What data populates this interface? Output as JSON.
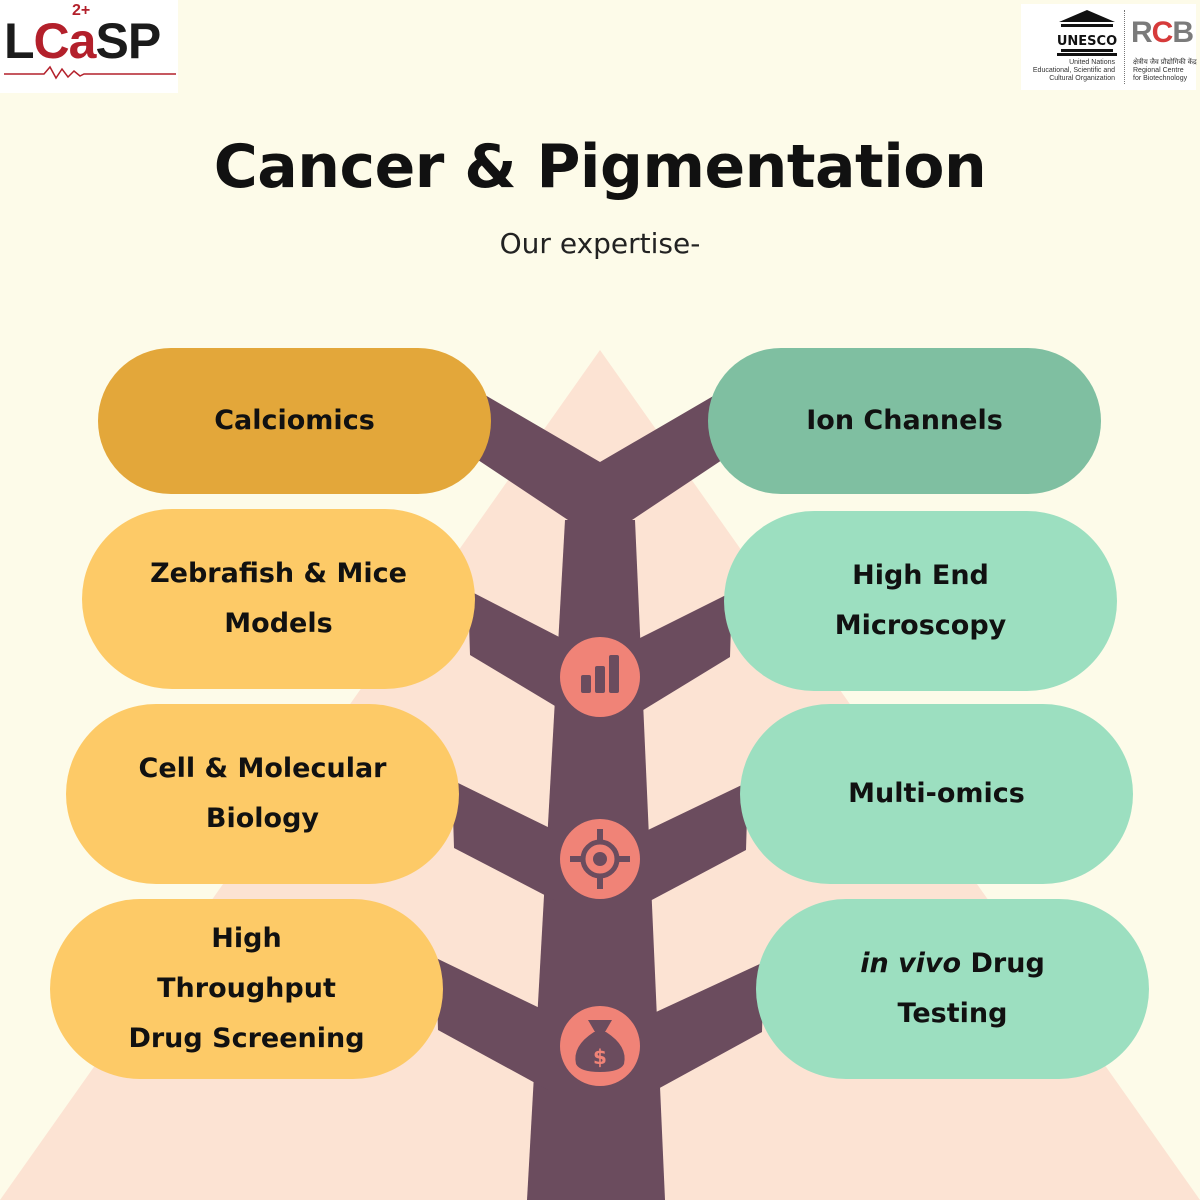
{
  "colors": {
    "background": "#fdfbe9",
    "pyramid": "#fce3d3",
    "trunk": "#6b4c5e",
    "left_pill_top": "#e3a73a",
    "left_pill": "#fdca67",
    "right_pill_top": "#7fbfa1",
    "right_pill": "#9cdfc0",
    "icon_circle": "#f08377",
    "icon_glyph": "#6b4c5e"
  },
  "logos": {
    "lab": {
      "prefix": "L",
      "ca": "Ca",
      "superscript": "2+",
      "suffix": "SP"
    },
    "unesco": {
      "mark": "UNESCO",
      "lines": [
        "United Nations",
        "Educational, Scientific and",
        "Cultural Organization"
      ]
    },
    "rcb": {
      "mark_r": "R",
      "mark_c": "C",
      "mark_b": "B",
      "lines": [
        "क्षेत्रीय जैव प्रौद्योगिकी केंद्र",
        "Regional Centre",
        "for Biotechnology"
      ]
    }
  },
  "header": {
    "title": "Cancer & Pigmentation",
    "subtitle": "Our expertise-"
  },
  "expertise": {
    "left": [
      {
        "label": "Calciomics"
      },
      {
        "label": "Zebrafish & Mice\nModels"
      },
      {
        "label": "Cell & Molecular\nBiology"
      },
      {
        "label": "High\nThroughput\nDrug Screening"
      }
    ],
    "right": [
      {
        "label": "Ion Channels"
      },
      {
        "label": "High End\nMicroscopy"
      },
      {
        "label": "Multi-omics"
      },
      {
        "label_emphasis": "in vivo",
        "label_rest": " Drug Testing"
      }
    ]
  },
  "icons": [
    "bar-chart-icon",
    "target-icon",
    "money-bag-icon"
  ]
}
